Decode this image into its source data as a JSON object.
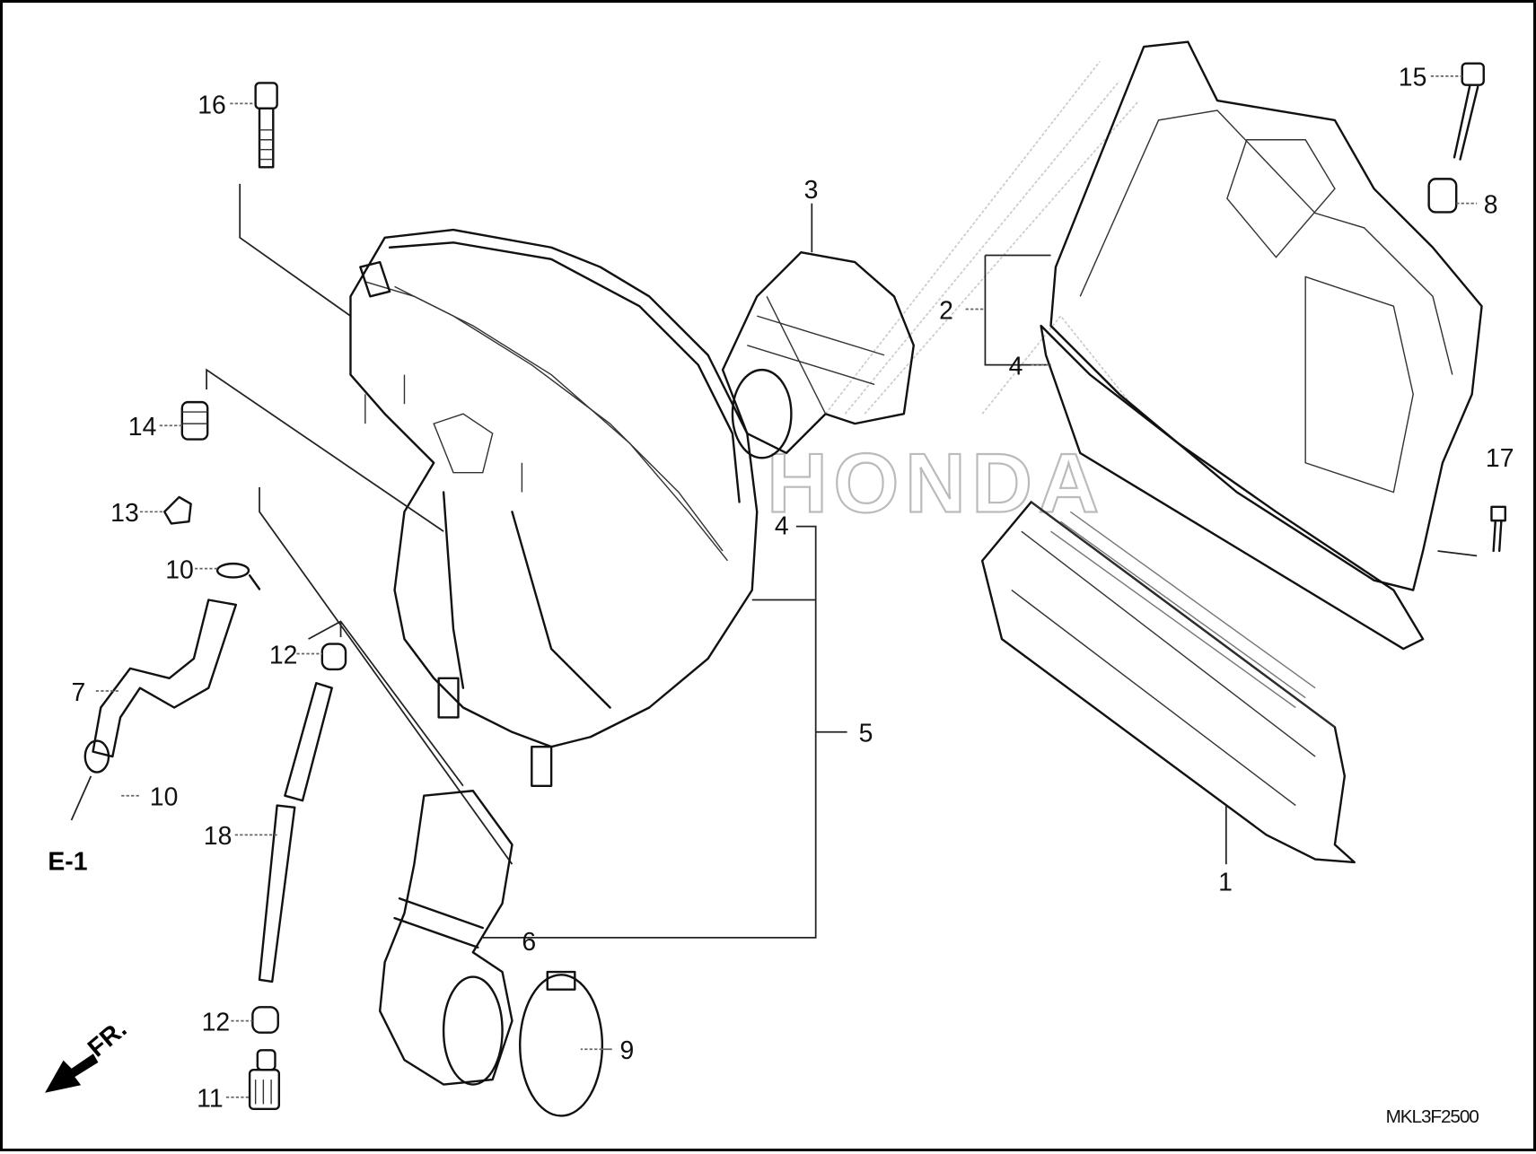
{
  "diagram": {
    "title": "Air cleaner parts diagram",
    "watermark": "HONDA",
    "diagram_code": "MKL3F2500",
    "reference_label": "E-1",
    "front_arrow_label": "FR."
  },
  "labels": [
    "1",
    "2",
    "3",
    "4",
    "4",
    "5",
    "6",
    "7",
    "8",
    "9",
    "10",
    "10",
    "11",
    "12",
    "12",
    "13",
    "14",
    "15",
    "16",
    "17",
    "18"
  ]
}
